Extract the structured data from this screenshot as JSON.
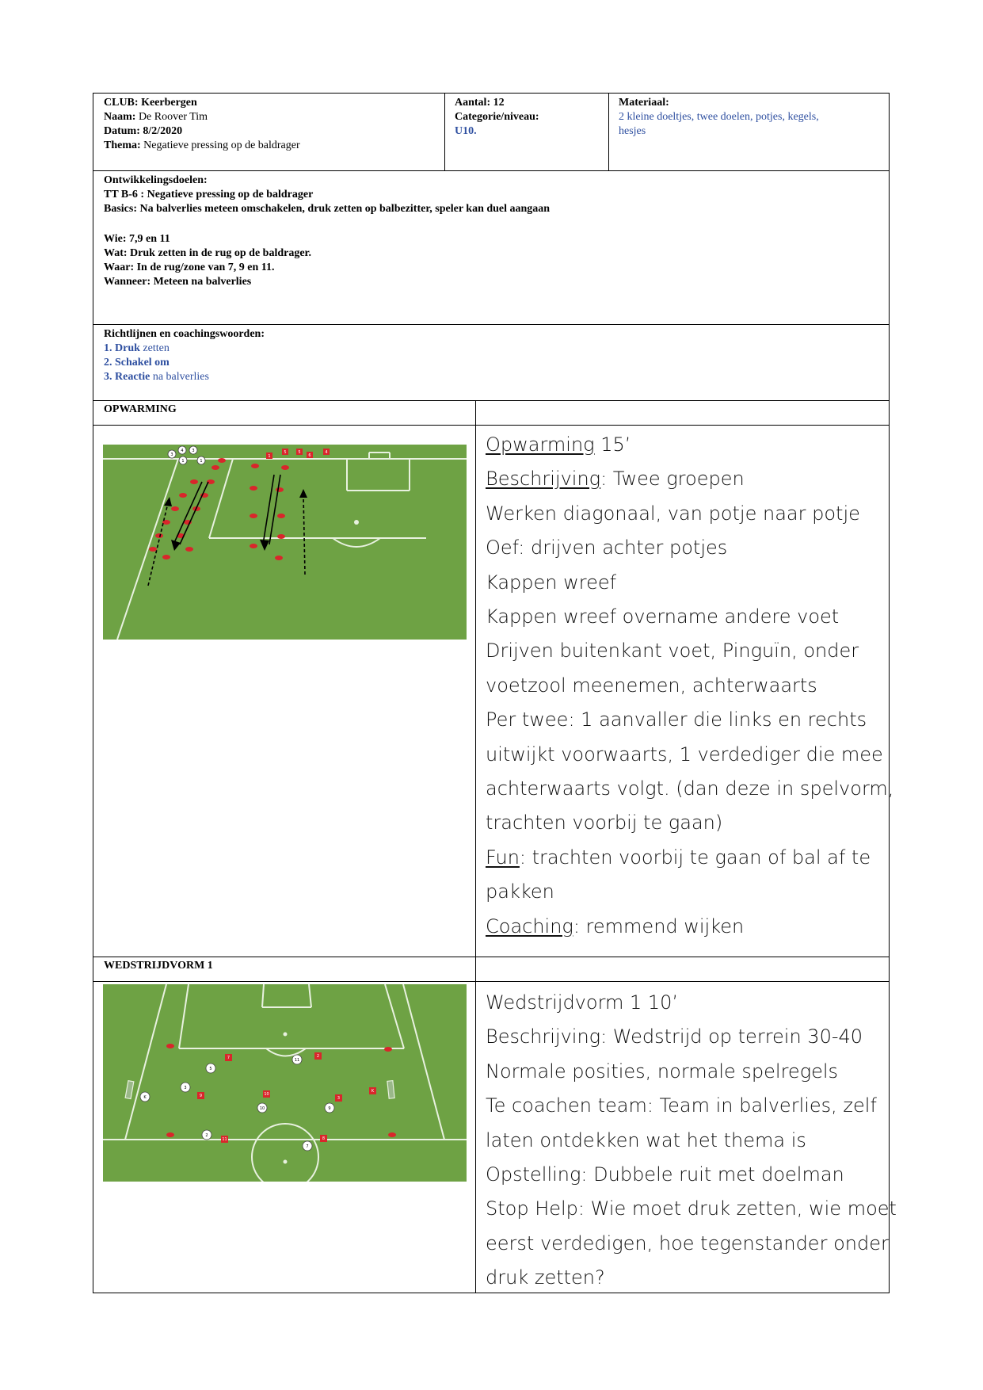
{
  "header": {
    "club_label": "CLUB:",
    "club": "Keerbergen",
    "naam_label": "Naam:",
    "naam": "De Roover Tim",
    "datum_label": "Datum:",
    "datum": "8/2/2020",
    "thema_label": "Thema:",
    "thema": "Negatieve pressing op de baldrager",
    "aantal_label": "Aantal:",
    "aantal": "12",
    "categorie_label": "Categorie/niveau:",
    "categorie": "U10.",
    "materiaal_label": "Materiaal:",
    "materiaal_line1": "2 kleine doeltjes, twee doelen, potjes, kegels,",
    "materiaal_line2": "hesjes"
  },
  "doelen": {
    "title": "Ontwikkelingsdoelen:",
    "tt": "TT B-6 : Negatieve pressing op de baldrager",
    "basics": "Basics: Na balverlies meteen omschakelen, druk zetten op balbezitter, speler kan duel aangaan",
    "wie": "Wie: 7,9 en 11",
    "wat": "Wat: Druk zetten in de rug op de baldrager.",
    "waar": "Waar: In de rug/zone van 7, 9 en 11.",
    "wanneer": "Wanneer: Meteen na balverlies"
  },
  "richtlijnen": {
    "title": "Richtlijnen en coachingswoorden:",
    "items": [
      {
        "bold": "1. Druk",
        "rest": " zetten"
      },
      {
        "bold": "2. Schakel om",
        "rest": ""
      },
      {
        "bold": "3. Reactie",
        "rest": " na balverlies"
      }
    ]
  },
  "opwarming": {
    "section": "OPWARMING",
    "title_u": "Opwarming",
    "title_rest": " 15’",
    "lines": [
      {
        "u": "Beschrijving",
        "rest": ": Twee groepen"
      },
      {
        "u": "",
        "rest": "Werken diagonaal, van potje naar potje"
      },
      {
        "u": "",
        "rest": "Oef: drijven achter potjes"
      },
      {
        "u": "",
        "rest": "Kappen wreef"
      },
      {
        "u": "",
        "rest": "Kappen wreef overname andere voet"
      },
      {
        "u": "",
        "rest": "Drijven buitenkant voet, Pinguïn, onder"
      },
      {
        "u": "",
        "rest": "voetzool meenemen, achterwaarts"
      },
      {
        "u": "",
        "rest": "Per twee: 1 aanvaller die links en rechts"
      },
      {
        "u": "",
        "rest": "uitwijkt voorwaarts, 1 verdediger die mee"
      },
      {
        "u": "",
        "rest": "achterwaarts volgt. (dan deze in spelvorm,"
      },
      {
        "u": "",
        "rest": "trachten voorbij te gaan)"
      },
      {
        "u": "Fun",
        "rest": ": trachten voorbij te gaan of bal af te"
      },
      {
        "u": "",
        "rest": "pakken"
      },
      {
        "u": "Coaching",
        "rest": ": remmend wijken"
      }
    ]
  },
  "wedstrijdvorm": {
    "section": "WEDSTRIJDVORM 1",
    "lines": [
      "Wedstrijdvorm 1 10’",
      "Beschrijving: Wedstrijd op terrein 30-40",
      "Normale posities, normale spelregels",
      "Te coachen team: Team in balverlies, zelf",
      "laten ontdekken wat het thema is",
      "Opstelling: Dubbele ruit met doelman",
      "Stop Help: Wie moet druk zetten, wie moet",
      "eerst verdedigen, hoe tegenstander onder",
      "druk zetten?"
    ]
  },
  "diagram1": {
    "white_players": [
      "3",
      "4",
      "3",
      "1",
      "1"
    ],
    "red_players": [
      "1",
      "5",
      "5",
      "6",
      "4"
    ]
  },
  "diagram2": {
    "white_players": [
      "11",
      "5",
      "K",
      "3",
      "10",
      "9",
      "2",
      "7"
    ],
    "red_players": [
      "7",
      "2",
      "9",
      "10",
      "3",
      "K",
      "11",
      "8"
    ]
  },
  "colors": {
    "pitch": "#6ea244",
    "accent_blue": "#2e4fa0",
    "player_red": "#d9262b"
  }
}
